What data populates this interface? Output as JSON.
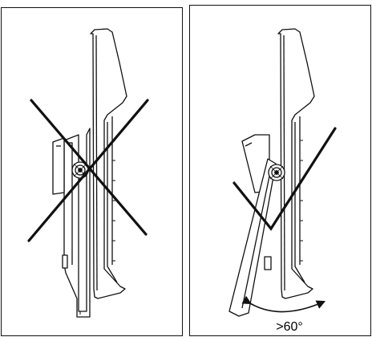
{
  "panels": [
    {
      "id": "incorrect",
      "mark": "cross-mark"
    },
    {
      "id": "correct",
      "mark": "check-mark"
    }
  ],
  "angle_label": ">60°",
  "colors": {
    "line": "#111111",
    "background": "#ffffff"
  }
}
